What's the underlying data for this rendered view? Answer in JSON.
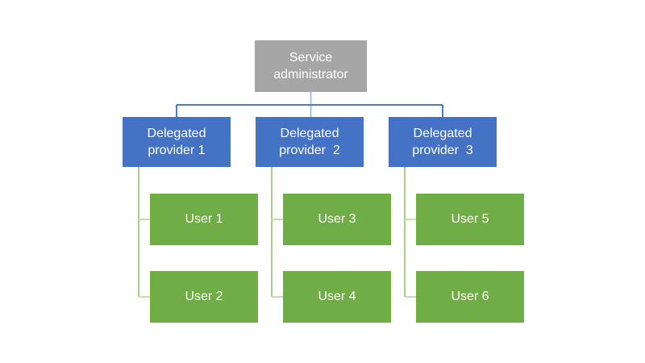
{
  "colors": {
    "background": "#ffffff",
    "text_color": "#ffffff",
    "root_fill": "#a6a6a6",
    "provider_fill": "#4472c4",
    "user_fill": "#70ad47",
    "connector_blue": "#4d7ac9",
    "connector_blue_light": "#a6c0e8",
    "connector_green": "#8dbb66",
    "connector_green_light": "#c2dcae"
  },
  "diagram": {
    "type": "org-hierarchy",
    "root": {
      "label": "Service\nadministrator"
    },
    "providers": [
      {
        "label": "Delegated\nprovider 1",
        "users": [
          {
            "label": "User 1"
          },
          {
            "label": "User 2"
          }
        ]
      },
      {
        "label": "Delegated\nprovider  2",
        "users": [
          {
            "label": "User 3"
          },
          {
            "label": "User 4"
          }
        ]
      },
      {
        "label": "Delegated\nprovider  3",
        "users": [
          {
            "label": "User 5"
          },
          {
            "label": "User 6"
          }
        ]
      }
    ]
  }
}
